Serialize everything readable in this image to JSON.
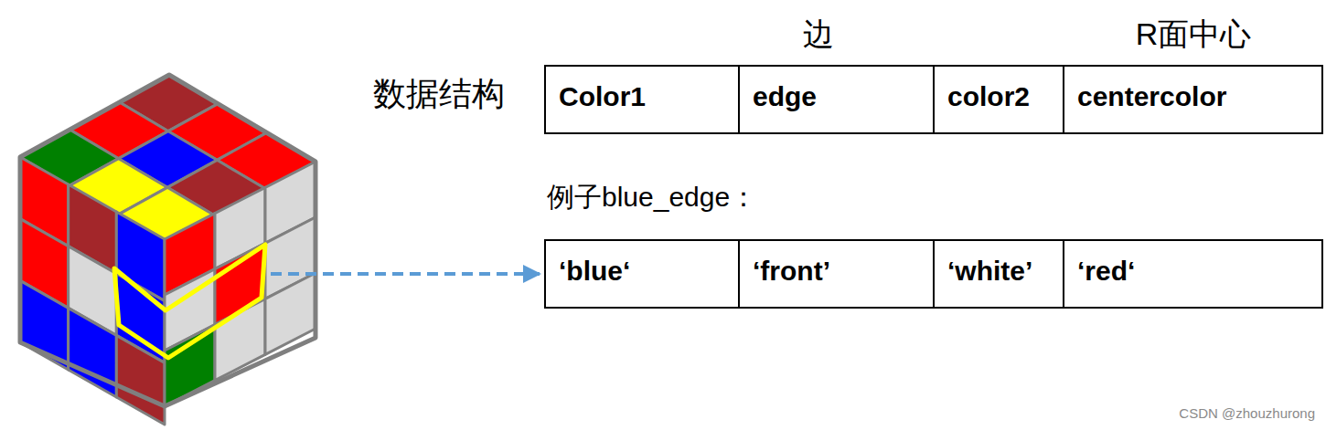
{
  "diagram": {
    "labels": [
      "边",
      "R面中心",
      "数据结构",
      "Color1",
      "edge",
      "color2",
      "centercolor",
      "例子blue_edge：",
      "‘blue‘",
      "‘front’",
      "‘white’",
      "‘red‘",
      "CSDN @zhouzhurong"
    ]
  }
}
